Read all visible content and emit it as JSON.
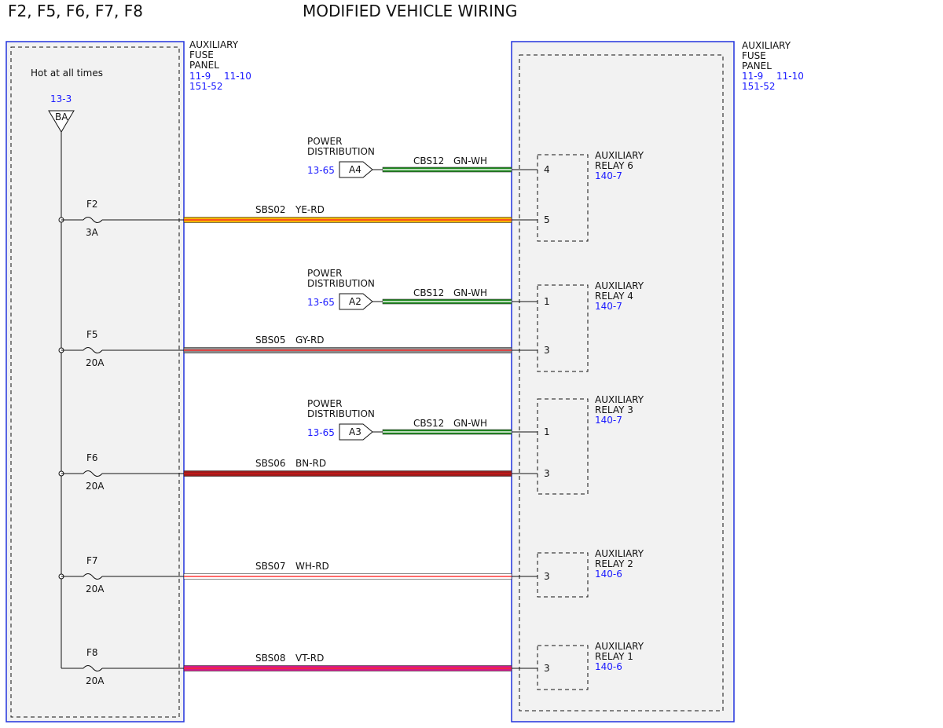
{
  "header": {
    "left_title": "F2, F5, F6, F7, F8",
    "center_title": "MODIFIED VEHICLE WIRING"
  },
  "left_panel": {
    "title_lines": [
      "AUXILIARY",
      "FUSE",
      "PANEL"
    ],
    "refs": [
      "11-9",
      "11-10",
      "151-52"
    ],
    "hot_label": "Hot at all times",
    "power_ref": "13-3",
    "power_node": "BA"
  },
  "right_panel": {
    "title_lines": [
      "AUXILIARY",
      "FUSE",
      "PANEL"
    ],
    "refs": [
      "11-9",
      "11-10",
      "151-52"
    ]
  },
  "fuses": [
    {
      "name": "F2",
      "rating": "3A"
    },
    {
      "name": "F5",
      "rating": "20A"
    },
    {
      "name": "F6",
      "rating": "20A"
    },
    {
      "name": "F7",
      "rating": "20A"
    },
    {
      "name": "F8",
      "rating": "20A"
    }
  ],
  "circuits": [
    {
      "circuit": "SBS02",
      "color_code": "YE-RD",
      "color": "#f2b400",
      "stripe": "#ff2a2a",
      "pin": "5"
    },
    {
      "circuit": "SBS05",
      "color_code": "GY-RD",
      "color": "#8c8c8c",
      "stripe": "#ff2a2a",
      "pin": "3"
    },
    {
      "circuit": "SBS06",
      "color_code": "BN-RD",
      "color": "#9a1b1b",
      "stripe": "#d01a1a",
      "pin": "3"
    },
    {
      "circuit": "SBS07",
      "color_code": "WH-RD",
      "color": "#ffffff",
      "stripe": "#ff2a2a",
      "pin": "3"
    },
    {
      "circuit": "SBS08",
      "color_code": "VT-RD",
      "color": "#d01a8a",
      "stripe": "#ff2a2a",
      "pin": "3"
    }
  ],
  "power_distribution": [
    {
      "label_lines": [
        "POWER",
        "DISTRIBUTION"
      ],
      "ref": "13-65",
      "connector": "A4",
      "circuit": "CBS12",
      "color_code": "GN-WH",
      "pin": "4"
    },
    {
      "label_lines": [
        "POWER",
        "DISTRIBUTION"
      ],
      "ref": "13-65",
      "connector": "A2",
      "circuit": "CBS12",
      "color_code": "GN-WH",
      "pin": "1"
    },
    {
      "label_lines": [
        "POWER",
        "DISTRIBUTION"
      ],
      "ref": "13-65",
      "connector": "A3",
      "circuit": "CBS12",
      "color_code": "GN-WH",
      "pin": "1"
    }
  ],
  "gn_wh_colors": {
    "base": "#1f8a1f",
    "stripe": "#ffffff"
  },
  "relays": [
    {
      "title_lines": [
        "AUXILIARY",
        "RELAY 6"
      ],
      "ref": "140-7"
    },
    {
      "title_lines": [
        "AUXILIARY",
        "RELAY 4"
      ],
      "ref": "140-7"
    },
    {
      "title_lines": [
        "AUXILIARY",
        "RELAY 3"
      ],
      "ref": "140-7"
    },
    {
      "title_lines": [
        "AUXILIARY",
        "RELAY 2"
      ],
      "ref": "140-6"
    },
    {
      "title_lines": [
        "AUXILIARY",
        "RELAY 1"
      ],
      "ref": "140-6"
    }
  ],
  "colors": {
    "panel_border": "#2233dd",
    "panel_fill": "#f2f2f2",
    "ref_text": "#1a1aff"
  }
}
